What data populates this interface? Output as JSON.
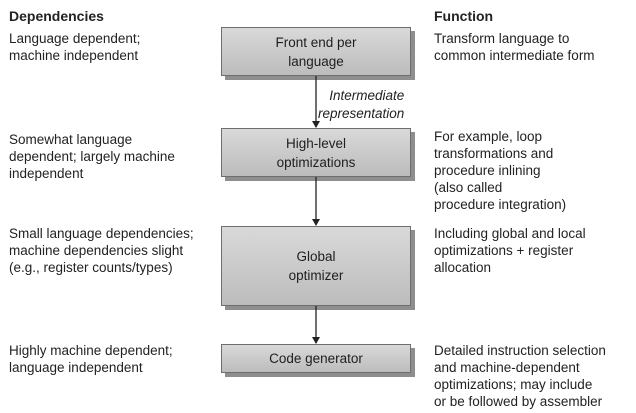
{
  "headings": {
    "dependencies": "Dependencies",
    "function": "Function"
  },
  "stages": [
    {
      "label": "Front end per\nlanguage",
      "dependency": "Language dependent;\nmachine independent",
      "function": "Transform language to\ncommon intermediate form"
    },
    {
      "label": "High-level\noptimizations",
      "dependency": "Somewhat language\ndependent; largely machine\nindependent",
      "function": "For example, loop\ntransformations and\nprocedure inlining\n(also called\nprocedure integration)"
    },
    {
      "label": "Global\noptimizer",
      "dependency": "Small language dependencies;\nmachine dependencies slight\n(e.g., register counts/types)",
      "function": "Including global and local\noptimizations + register\nallocation"
    },
    {
      "label": "Code generator",
      "dependency": "Highly machine dependent;\nlanguage independent",
      "function": "Detailed instruction selection\nand machine-dependent\noptimizations; may include\nor be followed by assembler"
    }
  ],
  "connector_label": "Intermediate\nrepresentation",
  "colors": {
    "box_top": "#d9d9d9",
    "box_bottom": "#bcbcbc",
    "box_border": "#6e6e6e",
    "box_shadow": "#8e8e8e",
    "text": "#222222",
    "connector": "#222222"
  }
}
